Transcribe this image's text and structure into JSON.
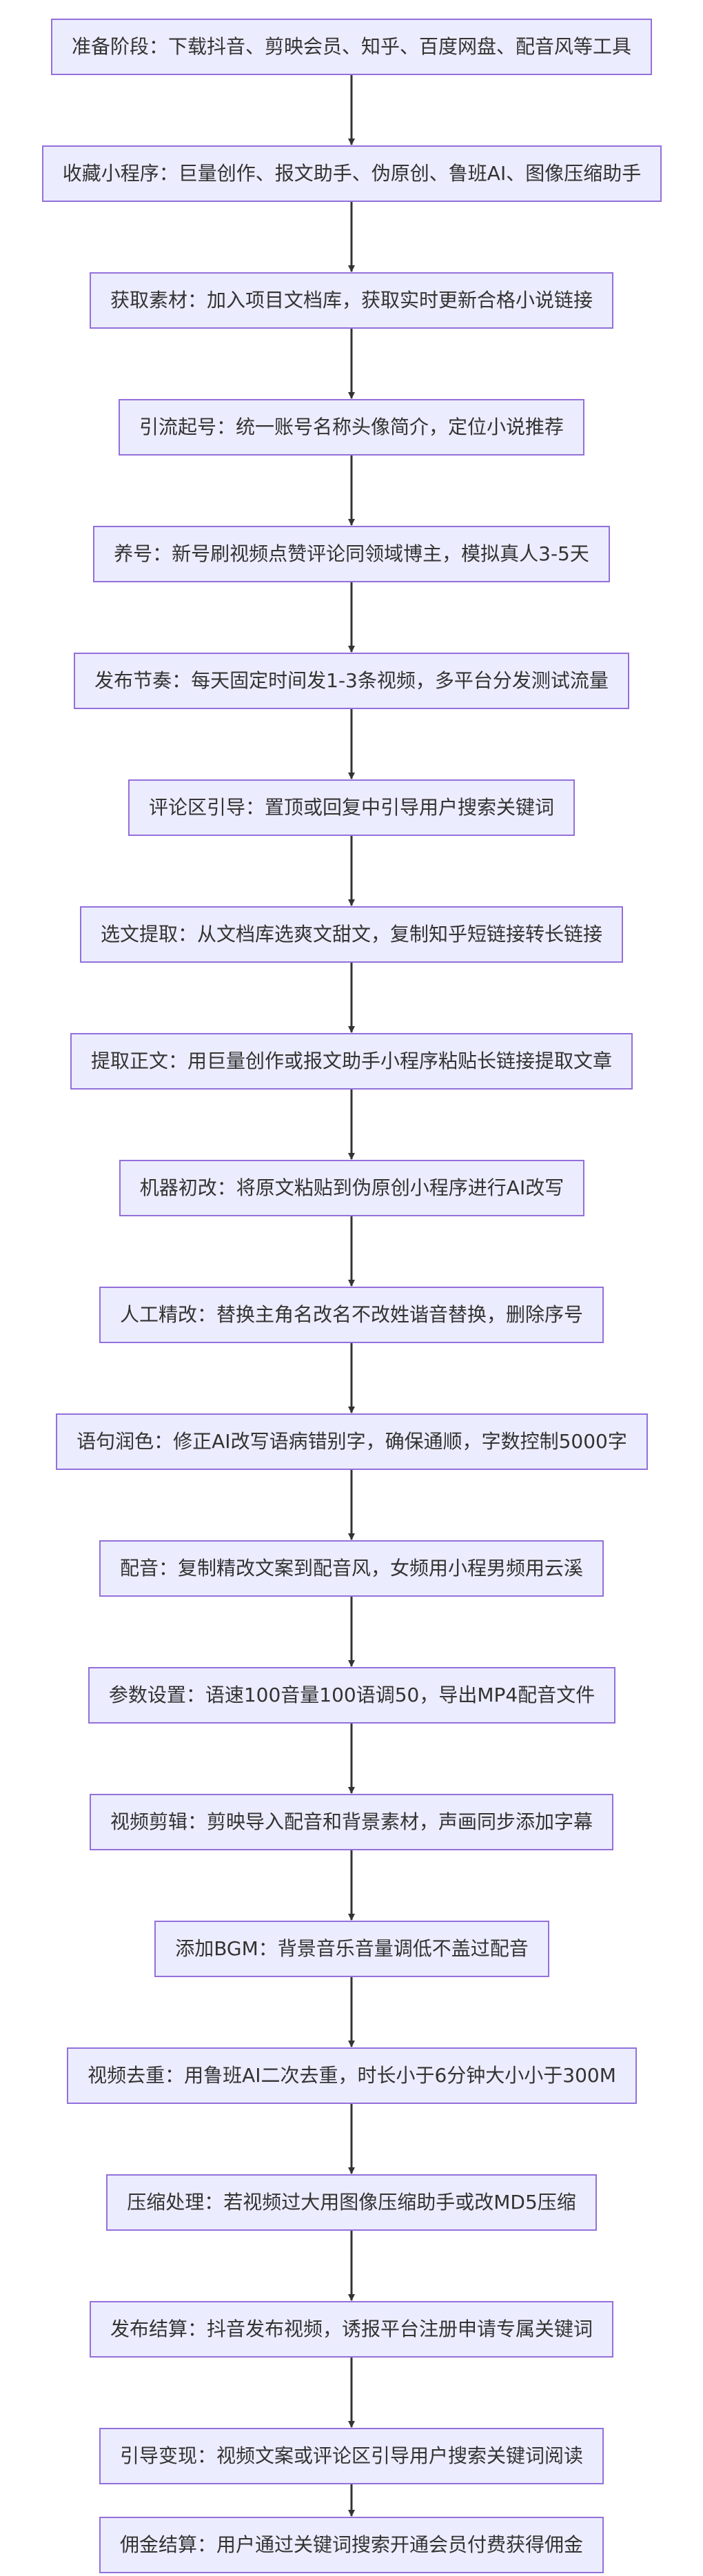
{
  "flowchart": {
    "colors": {
      "node_fill": "#ECECFF",
      "node_border": "#9370DB",
      "text": "#333333",
      "edge": "#333333"
    },
    "steps": [
      {
        "id": "s01",
        "label": "准备阶段：下载抖音、剪映会员、知乎、百度网盘、配音风等工具"
      },
      {
        "id": "s02",
        "label": "收藏小程序：巨量创作、报文助手、伪原创、鲁班AI、图像压缩助手"
      },
      {
        "id": "s03",
        "label": "获取素材：加入项目文档库，获取实时更新合格小说链接"
      },
      {
        "id": "s04",
        "label": "引流起号：统一账号名称头像简介，定位小说推荐"
      },
      {
        "id": "s05",
        "label": "养号：新号刷视频点赞评论同领域博主，模拟真人3-5天"
      },
      {
        "id": "s06",
        "label": "发布节奏：每天固定时间发1-3条视频，多平台分发测试流量"
      },
      {
        "id": "s07",
        "label": "评论区引导：置顶或回复中引导用户搜索关键词"
      },
      {
        "id": "s08",
        "label": "选文提取：从文档库选爽文甜文，复制知乎短链接转长链接"
      },
      {
        "id": "s09",
        "label": "提取正文：用巨量创作或报文助手小程序粘贴长链接提取文章"
      },
      {
        "id": "s10",
        "label": "机器初改：将原文粘贴到伪原创小程序进行AI改写"
      },
      {
        "id": "s11",
        "label": "人工精改：替换主角名改名不改姓谐音替换，删除序号"
      },
      {
        "id": "s12",
        "label": "语句润色：修正AI改写语病错别字，确保通顺，字数控制5000字"
      },
      {
        "id": "s13",
        "label": "配音：复制精改文案到配音风，女频用小程男频用云溪"
      },
      {
        "id": "s14",
        "label": "参数设置：语速100音量100语调50，导出MP4配音文件"
      },
      {
        "id": "s15",
        "label": "视频剪辑：剪映导入配音和背景素材，声画同步添加字幕"
      },
      {
        "id": "s16",
        "label": "添加BGM：背景音乐音量调低不盖过配音"
      },
      {
        "id": "s17",
        "label": "视频去重：用鲁班AI二次去重，时长小于6分钟大小小于300M"
      },
      {
        "id": "s18",
        "label": "压缩处理：若视频过大用图像压缩助手或改MD5压缩"
      },
      {
        "id": "s19",
        "label": "发布结算：抖音发布视频，诱报平台注册申请专属关键词"
      },
      {
        "id": "s20",
        "label": "引导变现：视频文案或评论区引导用户搜索关键词阅读"
      },
      {
        "id": "s21",
        "label": "佣金结算：用户通过关键词搜索开通会员付费获得佣金"
      }
    ]
  }
}
